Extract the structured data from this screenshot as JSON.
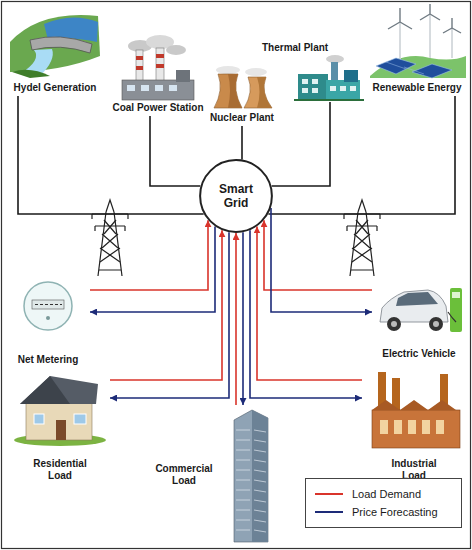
{
  "diagram": {
    "nodes": [
      {
        "text": [
          "Hydel Generation"
        ]
      },
      {
        "text": [
          "Coal Power Station"
        ]
      },
      {
        "text": [
          "Thermal Plant"
        ]
      },
      {
        "text": [
          "Renewable Energy"
        ]
      },
      {
        "text": [
          "Nuclear Plant"
        ]
      },
      {
        "text": [
          "Smart Grid"
        ]
      },
      {
        "text": [
          "Net Metering"
        ]
      },
      {
        "text": [
          "Electric Vehicle"
        ]
      },
      {
        "text": [
          "Residential Load"
        ]
      },
      {
        "text": [
          "Industrial Load"
        ]
      },
      {
        "text": [
          "Commercial Load"
        ]
      }
    ],
    "edges": [
      {
        "from": 0,
        "to": 5,
        "arrow": "none"
      },
      {
        "from": 1,
        "to": 5,
        "arrow": "none"
      },
      {
        "from": 2,
        "to": 5,
        "arrow": "none"
      },
      {
        "from": 3,
        "to": 5,
        "arrow": "none"
      },
      {
        "from": 4,
        "to": 5,
        "arrow": "none"
      },
      {
        "from": 6,
        "to": 5,
        "arrow": "to"
      },
      {
        "from": 5,
        "to": 6,
        "arrow": "to"
      },
      {
        "from": 7,
        "to": 5,
        "arrow": "to"
      },
      {
        "from": 5,
        "to": 7,
        "arrow": "to"
      },
      {
        "from": 8,
        "to": 5,
        "arrow": "to"
      },
      {
        "from": 5,
        "to": 8,
        "arrow": "to"
      },
      {
        "from": 9,
        "to": 5,
        "arrow": "to"
      },
      {
        "from": 5,
        "to": 9,
        "arrow": "to"
      },
      {
        "from": 10,
        "to": 5,
        "arrow": "to"
      },
      {
        "from": 5,
        "to": 10,
        "arrow": "to"
      }
    ],
    "legend": [
      {
        "text": "Load Demand"
      },
      {
        "text": "Price Forecasting"
      }
    ]
  }
}
